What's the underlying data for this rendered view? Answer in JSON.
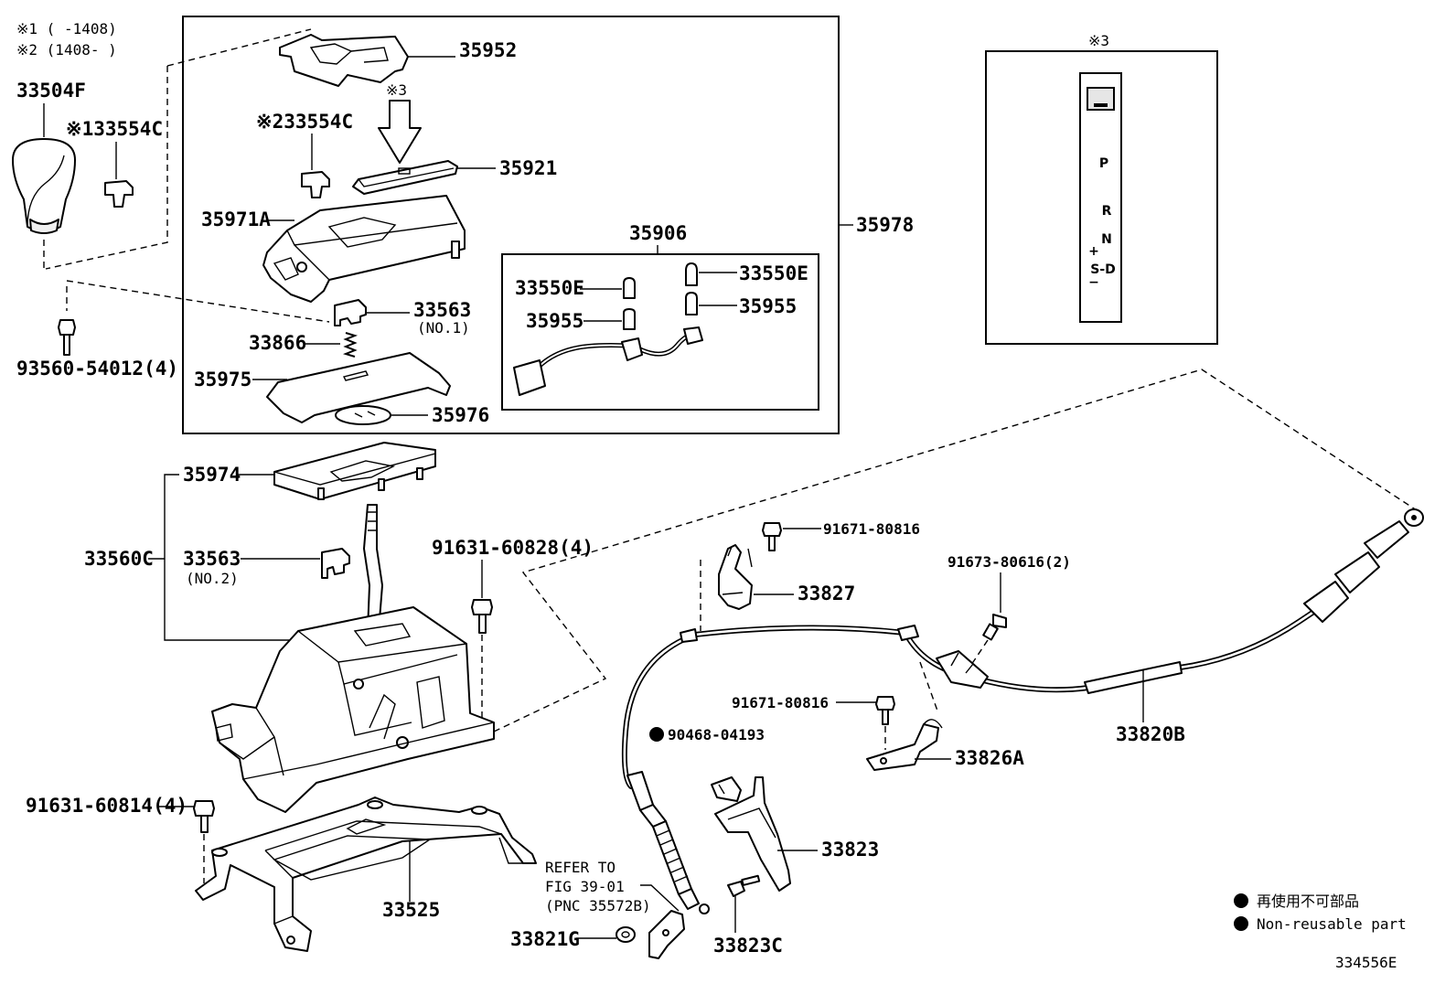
{
  "notes": {
    "note1": "※1 (     -1408)",
    "note2": "※2 (1408-     )",
    "note3": "※3",
    "arrow_ref": "※3"
  },
  "parts": {
    "p35952": "35952",
    "p35921": "35921",
    "p33554c_2": "※233554C",
    "p33554c_1": "※133554C",
    "p33504f": "33504F",
    "p35971a": "35971A",
    "p33563_no1": "33563",
    "p33563_no1_sub": "(NO.1)",
    "p33866": "33866",
    "p35975": "35975",
    "p35976": "35976",
    "p35906": "35906",
    "p33550e_l": "33550E",
    "p33550e_r": "33550E",
    "p35955_l": "35955",
    "p35955_r": "35955",
    "p35978": "35978",
    "p93560": "93560-54012(4)",
    "p35974": "35974",
    "p33560c": "33560C",
    "p33563_no2": "33563",
    "p33563_no2_sub": "(NO.2)",
    "p91631_828": "91631-60828(4)",
    "p91631_814": "91631-60814(4)",
    "p33525": "33525",
    "p91671_top": "91671-80816",
    "p33827": "33827",
    "p91673": "91673-80616(2)",
    "p91671_mid": "91671-80816",
    "p90468": "90468-04193",
    "p33826a": "33826A",
    "p33820b": "33820B",
    "p33823": "33823",
    "p33823c": "33823C",
    "p33821g": "33821G",
    "refer1": "REFER TO",
    "refer2": "FIG 39-01",
    "refer3": "(PNC 35572B)"
  },
  "shift_pattern": {
    "p": "P",
    "r": "R",
    "n": "N",
    "plus": "+",
    "sd": "S-D",
    "minus": "−"
  },
  "legend": {
    "jp": "再使用不可部品",
    "en": "Non-reusable part"
  },
  "figure_id": "334556E"
}
